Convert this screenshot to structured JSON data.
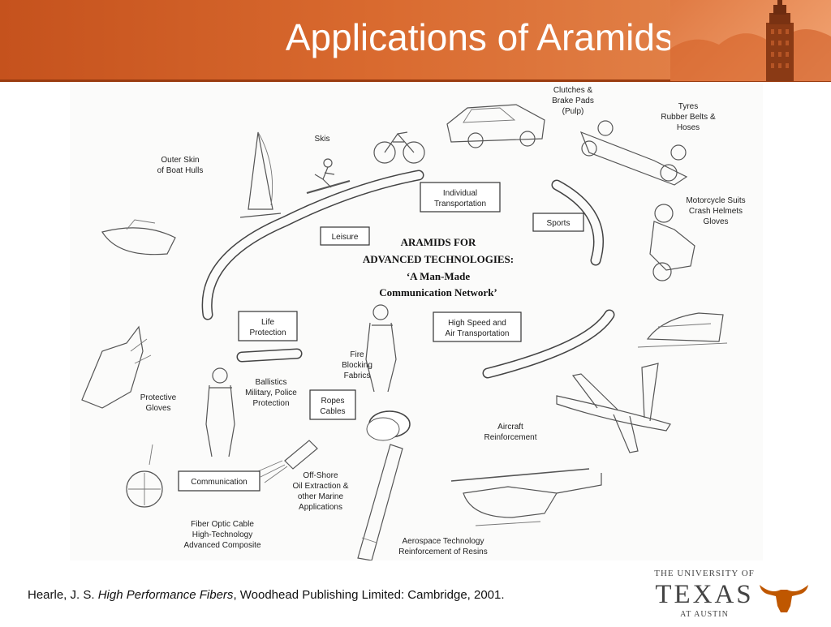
{
  "slide": {
    "title": "Applications of Aramids"
  },
  "diagram": {
    "center_title": [
      "ARAMIDS FOR",
      "ADVANCED TECHNOLOGIES:",
      "‘A Man-Made",
      "Communication Network’"
    ],
    "boxes": {
      "individual_transportation": [
        "Individual",
        "Transportation"
      ],
      "sports": [
        "Sports"
      ],
      "leisure": [
        "Leisure"
      ],
      "life_protection": [
        "Life",
        "Protection"
      ],
      "high_speed_air": [
        "High Speed and",
        "Air Transportation"
      ],
      "ropes_cables": [
        "Ropes",
        "Cables"
      ],
      "communication": [
        "Communication"
      ]
    },
    "labels": {
      "clutches": [
        "Clutches &",
        "Brake Pads",
        "(Pulp)"
      ],
      "tyres": [
        "Tyres",
        "Rubber Belts &",
        "Hoses"
      ],
      "skis": [
        "Skis"
      ],
      "outer_skin": [
        "Outer Skin",
        "of Boat Hulls"
      ],
      "motorcycle": [
        "Motorcycle Suits",
        "Crash Helmets",
        "Gloves"
      ],
      "fire_blocking": [
        "Fire",
        "Blocking",
        "Fabrics"
      ],
      "ballistics": [
        "Ballistics",
        "Military, Police",
        "Protection"
      ],
      "protective_gloves": [
        "Protective",
        "Gloves"
      ],
      "aircraft": [
        "Aircraft",
        "Reinforcement"
      ],
      "offshore": [
        "Off-Shore",
        "Oil Extraction &",
        "other Marine",
        "Applications"
      ],
      "fiber_optic": [
        "Fiber Optic Cable",
        "High-Technology",
        "Advanced Composite"
      ],
      "aerospace": [
        "Aerospace Technology",
        "Reinforcement of Resins"
      ]
    }
  },
  "citation": {
    "author": "Hearle, J. S. ",
    "book": "High Performance Fibers",
    "publisher": ", Woodhead Publishing Limited: Cambridge, 2001."
  },
  "logo": {
    "line1": "THE UNIVERSITY OF",
    "line2": "TEXAS",
    "line3": "AT AUSTIN",
    "color": "#bf5700"
  },
  "colors": {
    "header": "#c5521d",
    "accent": "#bf5700"
  }
}
